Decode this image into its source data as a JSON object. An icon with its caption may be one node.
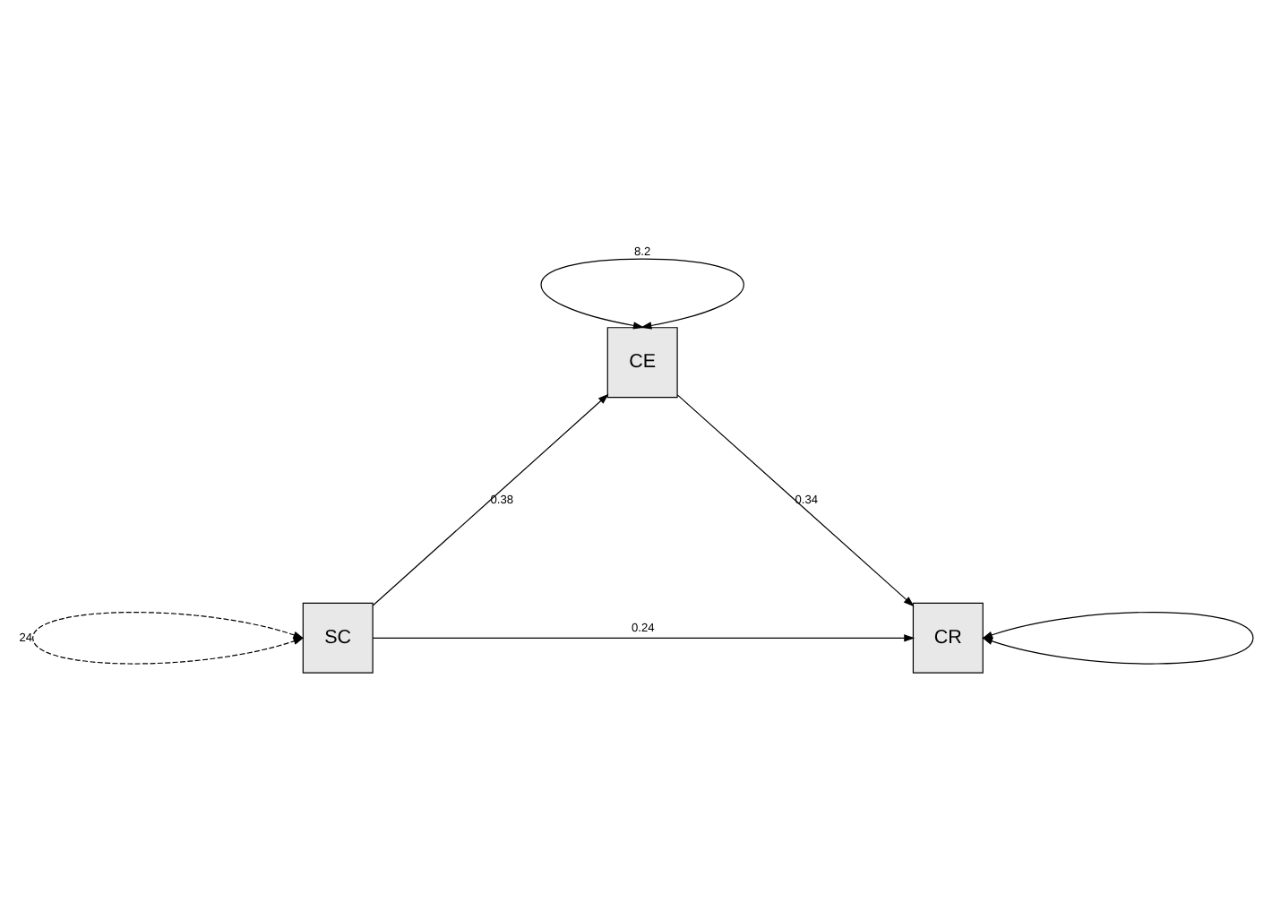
{
  "diagram": {
    "nodes": [
      {
        "text": [
          "CE"
        ]
      },
      {
        "text": [
          "SC"
        ]
      },
      {
        "text": [
          "CR"
        ]
      }
    ],
    "edges": [
      {
        "from": 0,
        "to": 0,
        "arrow": "both",
        "label": "8.2"
      },
      {
        "from": 1,
        "to": 1,
        "arrow": "both",
        "label": "24",
        "style": "dashed"
      },
      {
        "from": 2,
        "to": 2,
        "arrow": "both"
      },
      {
        "from": 1,
        "to": 0,
        "arrow": "to",
        "label": "0.38"
      },
      {
        "from": 0,
        "to": 2,
        "arrow": "to",
        "label": "0.34"
      },
      {
        "from": 1,
        "to": 2,
        "arrow": "to",
        "label": "0.24"
      }
    ]
  }
}
